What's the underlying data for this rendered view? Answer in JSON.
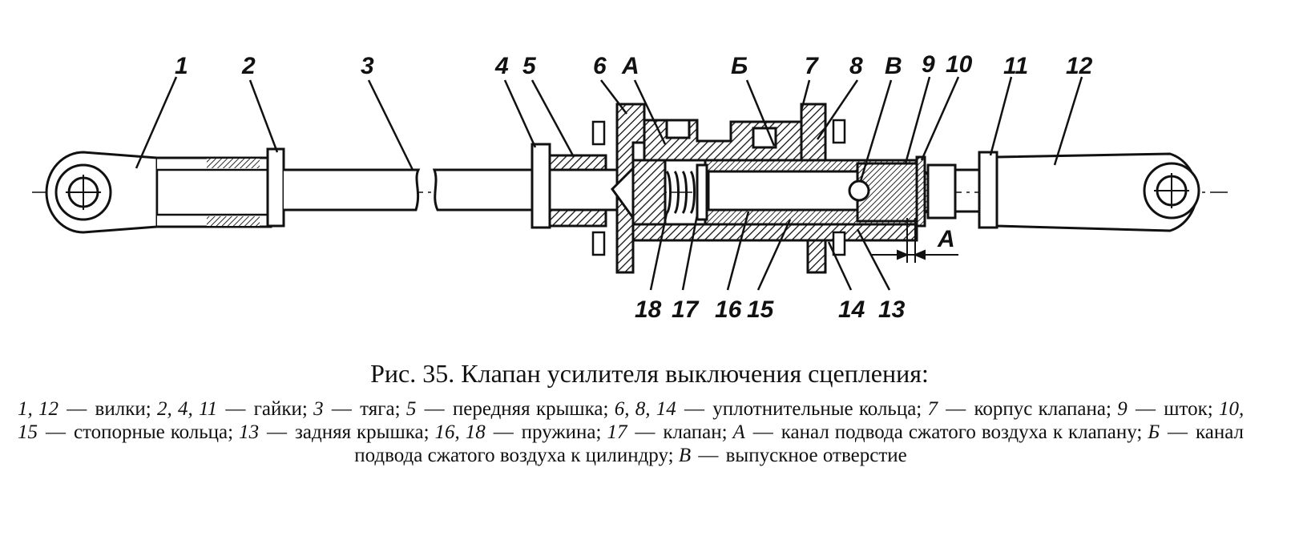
{
  "figure": {
    "caption_title": "Рис. 35. Клапан усилителя выключения сцепления:",
    "callouts": {
      "c1": "1",
      "c2": "2",
      "c3": "3",
      "c4": "4",
      "c5": "5",
      "c6": "6",
      "cA": "А",
      "cB": "Б",
      "c7": "7",
      "c8": "8",
      "cV": "В",
      "c9": "9",
      "c10": "10",
      "c11": "11",
      "c12": "12",
      "c13": "13",
      "c14": "14",
      "c15": "15",
      "c16": "16",
      "c17": "17",
      "c18": "18",
      "cA2": "А"
    },
    "legend": [
      {
        "refs": "1, 12",
        "text": "вилки;"
      },
      {
        "refs": "2, 4, 11",
        "text": "гайки;"
      },
      {
        "refs": "3",
        "text": "тяга;"
      },
      {
        "refs": "5",
        "text": "передняя крышка;"
      },
      {
        "refs": "6, 8, 14",
        "text": "уплотнительные кольца;"
      },
      {
        "refs": "7",
        "text": "корпус клапана;"
      },
      {
        "refs": "9",
        "text": "шток;"
      },
      {
        "refs": "10, 15",
        "text": "стопорные кольца;"
      },
      {
        "refs": "13",
        "text": "задняя крышка;"
      },
      {
        "refs": "16, 18",
        "text": "пружина;"
      },
      {
        "refs": "17",
        "text": "клапан;"
      },
      {
        "refs": "А",
        "text": "канал подвода сжатого воздуха к клапану;"
      },
      {
        "refs": "Б",
        "text": "канал подвода сжатого воздуха к цилиндру;"
      },
      {
        "refs": "В",
        "text": "выпускное отверстие"
      }
    ]
  }
}
